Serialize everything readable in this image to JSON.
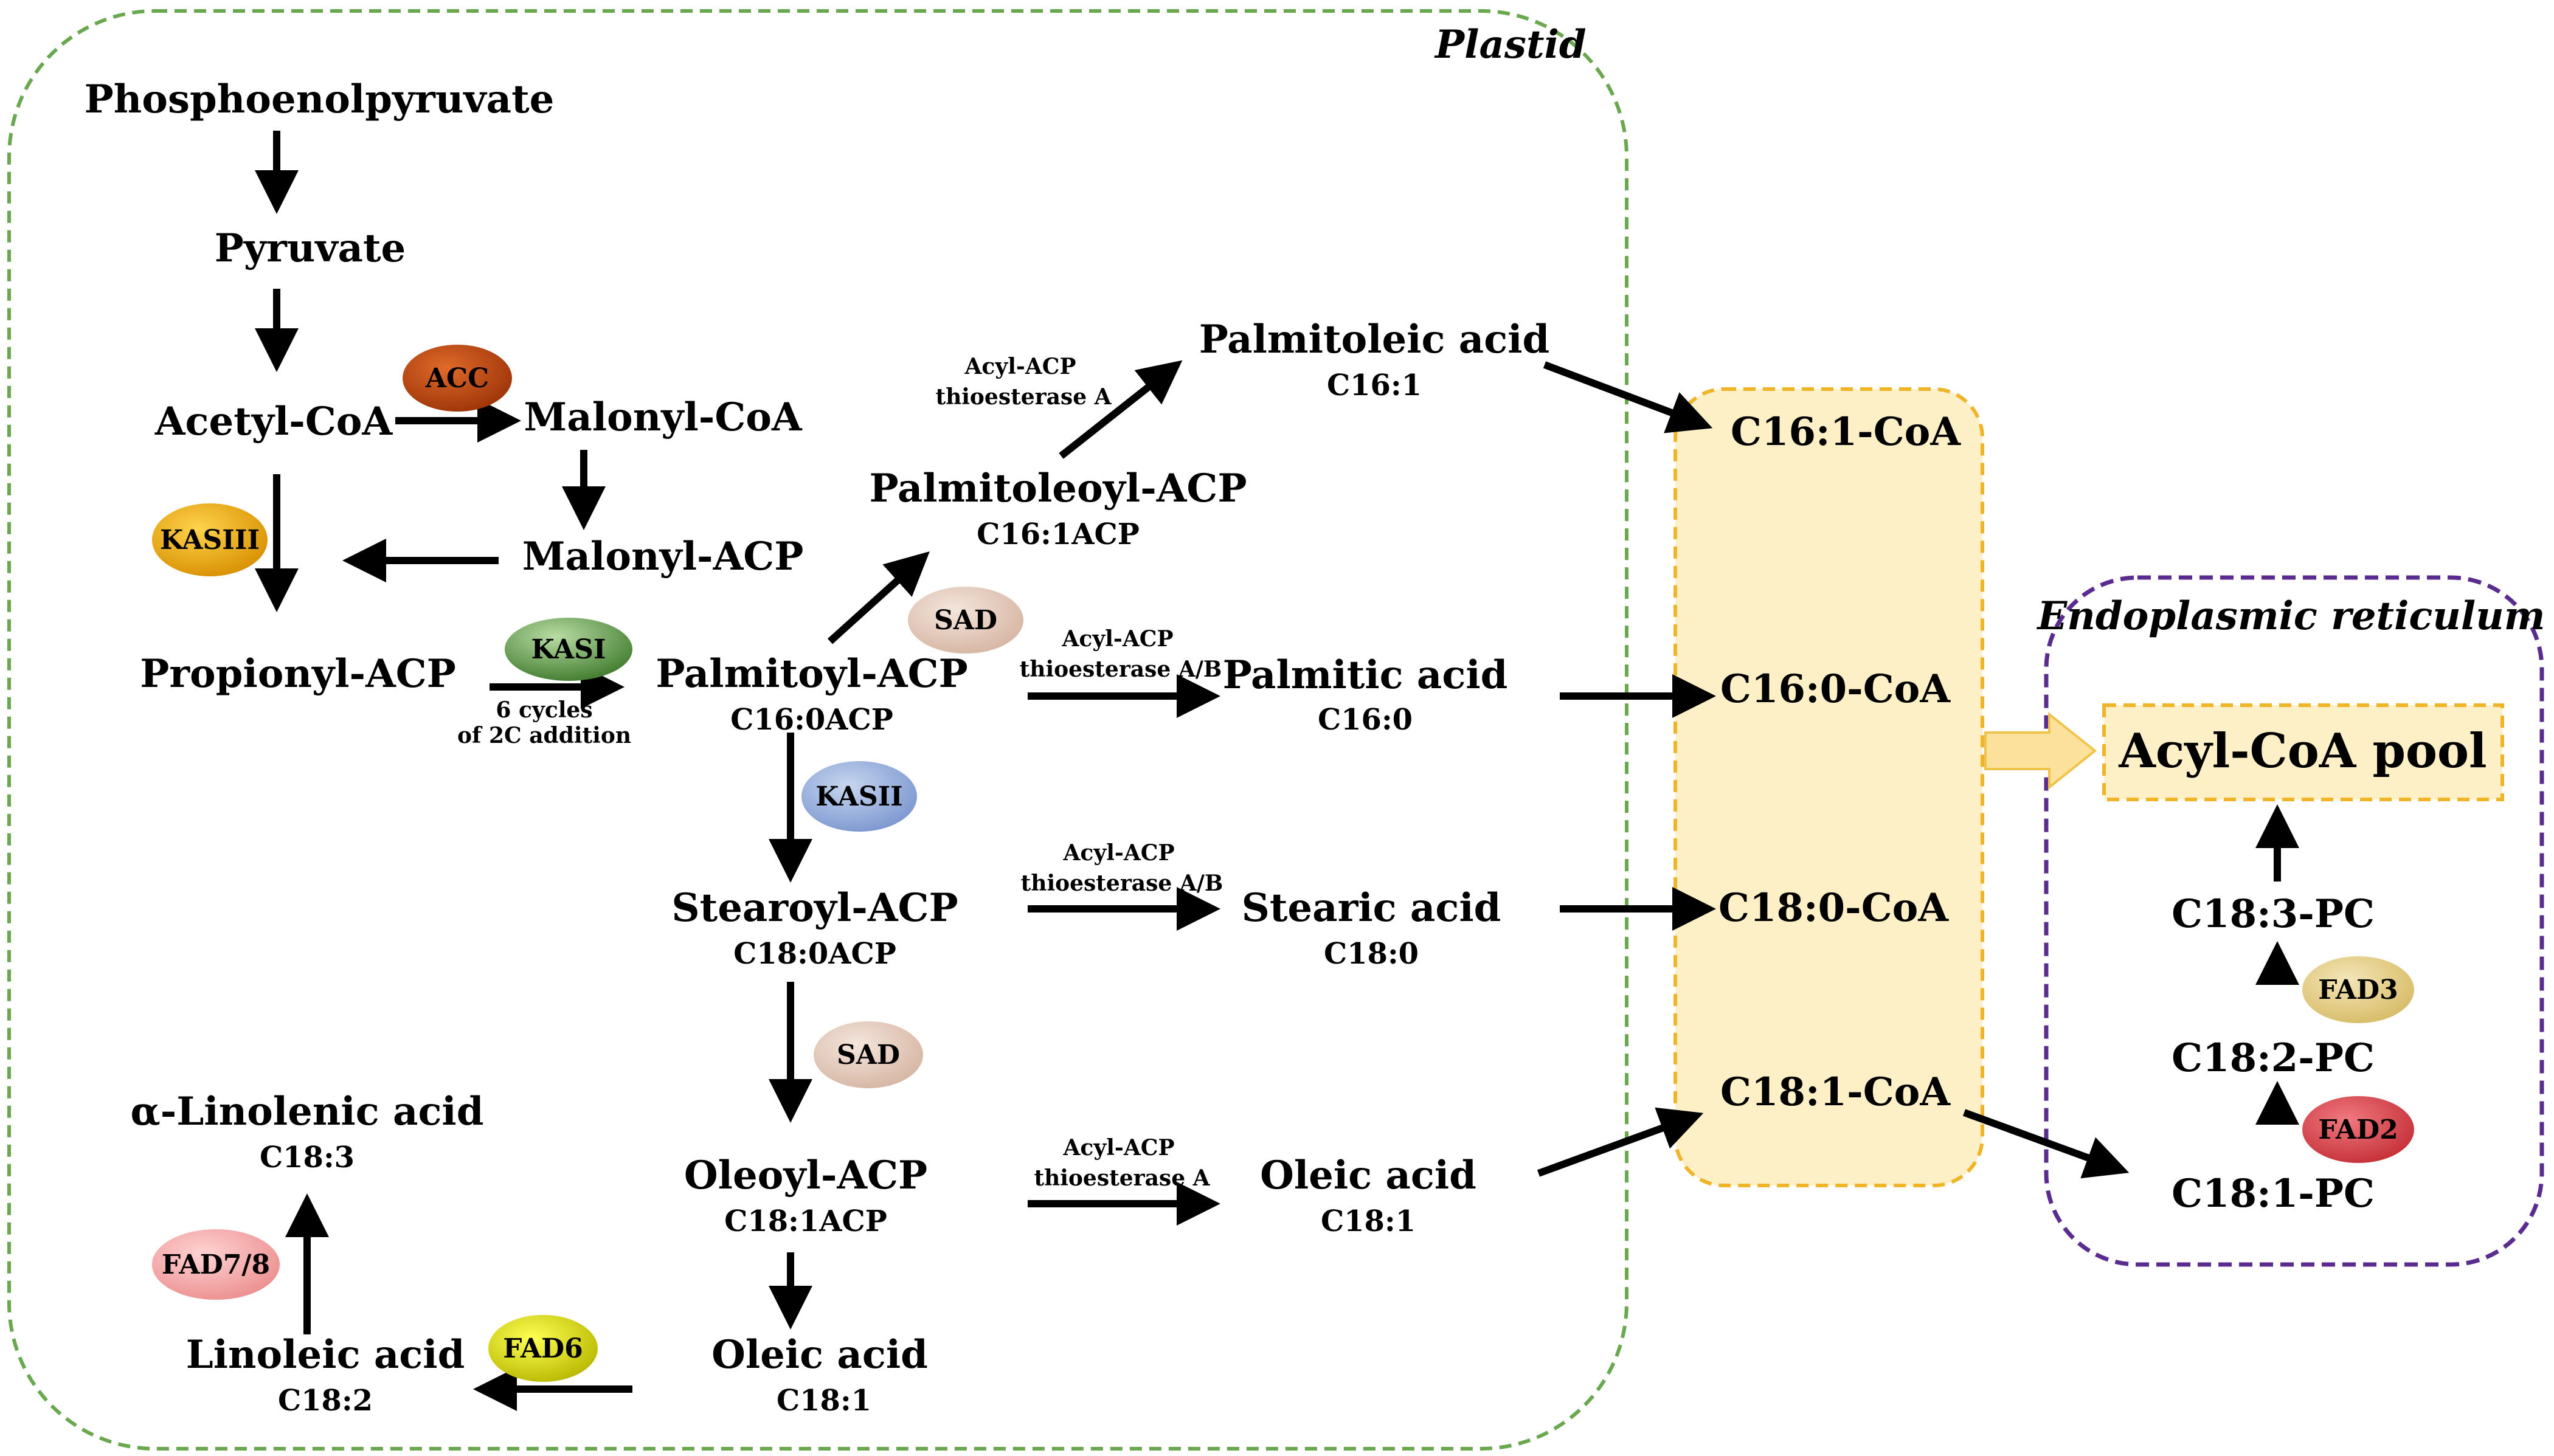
{
  "compartments": {
    "plastid": "Plastid",
    "er": "Endoplasmic reticulum"
  },
  "metabolites": {
    "pep": "Phosphoenolpyruvate",
    "pyruvate": "Pyruvate",
    "acetyl_coa": "Acetyl-CoA",
    "malonyl_coa": "Malonyl-CoA",
    "malonyl_acp": "Malonyl-ACP",
    "propionyl_acp": "Propionyl-ACP",
    "palmitoyl_acp": "Palmitoyl-ACP",
    "palmitoyl_acp_sub": "C16:0ACP",
    "palmitoleoyl_acp": "Palmitoleoyl-ACP",
    "palmitoleoyl_acp_sub": "C16:1ACP",
    "palmitoleic_acid": "Palmitoleic  acid",
    "palmitoleic_acid_sub": "C16:1",
    "palmitic_acid": "Palmitic  acid",
    "palmitic_acid_sub": "C16:0",
    "stearoyl_acp": "Stearoyl-ACP",
    "stearoyl_acp_sub": "C18:0ACP",
    "stearic_acid": "Stearic acid",
    "stearic_acid_sub": "C18:0",
    "oleoyl_acp": "Oleoyl-ACP",
    "oleoyl_acp_sub": "C18:1ACP",
    "oleic_acid_right": "Oleic acid",
    "oleic_acid_right_sub": "C18:1",
    "oleic_acid_bottom": "Oleic acid",
    "oleic_acid_bottom_sub": "C18:1",
    "linoleic_acid": "Linoleic  acid",
    "linoleic_acid_sub": "C18:2",
    "linolenic_acid": "α-Linolenic  acid",
    "linolenic_acid_sub": "C18:3",
    "c161_coa": "C16:1-CoA",
    "c160_coa": "C16:0-CoA",
    "c180_coa": "C18:0-CoA",
    "c181_coa": "C18:1-CoA",
    "acyl_coa_pool": "Acyl-CoA pool",
    "c183_pc": "C18:3-PC",
    "c182_pc": "C18:2-PC",
    "c181_pc": "C18:1-PC"
  },
  "enzymes": {
    "acc": "ACC",
    "kasiii": "KASIII",
    "kasi": "KASI",
    "kasii": "KASII",
    "sad_top": "SAD",
    "sad_mid": "SAD",
    "fad6": "FAD6",
    "fad78": "FAD7/8",
    "fad3": "FAD3",
    "fad2": "FAD2"
  },
  "annotations": {
    "kasi_cycles_1": "6 cycles",
    "kasi_cycles_2": "of 2C addition",
    "te_a_top_1": "Acyl-ACP",
    "te_a_top_2": "thioesterase A",
    "te_ab_1_1": "Acyl-ACP",
    "te_ab_1_2": "thioesterase A/B",
    "te_ab_2_1": "Acyl-ACP",
    "te_ab_2_2": "thioesterase A/B",
    "te_a_bot_1": "Acyl-ACP",
    "te_a_bot_2": "thioesterase A"
  },
  "colors": {
    "plastid_border": "#6aa84f",
    "er_border": "#5b2c8f",
    "coa_fill": "#fdefc6",
    "coa_border": "#f0b429",
    "pool_fill": "#fdefc6",
    "acc": "#b8470f",
    "kasiii": "#e8a400",
    "kasi": "#4f8a3c",
    "kasii": "#8ea9db",
    "sad": "#e6cdbf",
    "fad6": "#d9d900",
    "fad78": "#f4a9a9",
    "fad3": "#e3cd86",
    "fad2": "#d9434a"
  }
}
